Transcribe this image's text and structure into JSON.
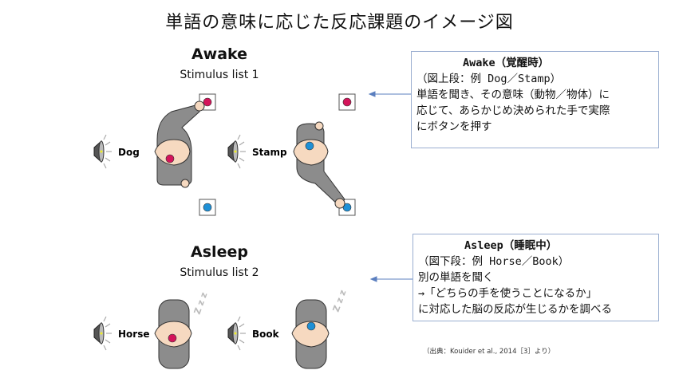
{
  "title": "単語の意味に応じた反応課題のイメージ図",
  "awake": {
    "heading": "Awake",
    "list": "Stimulus list 1",
    "words": [
      "Dog",
      "Stamp"
    ],
    "box": {
      "heading": "Awake（覚醒時）",
      "lines": [
        "（図上段：例 Dog／Stamp）",
        "単語を聞き、その意味（動物／物体）に",
        "応じて、あらかじめ決められた手で実際",
        "にボタンを押す"
      ]
    }
  },
  "asleep": {
    "heading": "Asleep",
    "list": "Stimulus list 2",
    "words": [
      "Horse",
      "Book"
    ],
    "zzz": "Z z z",
    "box": {
      "heading": "Asleep（睡眠中）",
      "lines": [
        "（図下段：例 Horse／Book）",
        "別の単語を聞く",
        "→「どちらの手を使うことになるか」",
        "に対応した脳の反応が生じるかを調べる"
      ]
    }
  },
  "citation": "（出典：Kouider et al., 2014［3］より）",
  "colors": {
    "pink": "#d4145a",
    "blue": "#1e90d6",
    "body": "#8c8c8c",
    "skin": "#f6d9c0",
    "box_border": "#9aaed0"
  }
}
